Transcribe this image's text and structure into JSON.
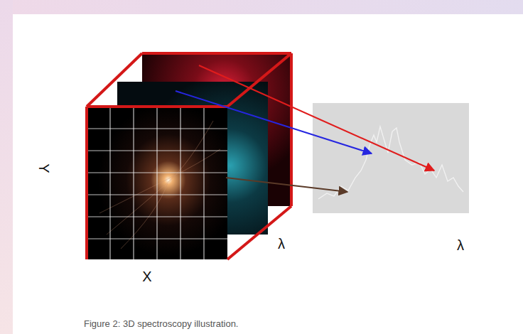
{
  "diagram": {
    "caption": "Figure 2: 3D spectroscopy illustration.",
    "labels": [
      "Y",
      "X",
      "λ",
      "λ"
    ]
  }
}
